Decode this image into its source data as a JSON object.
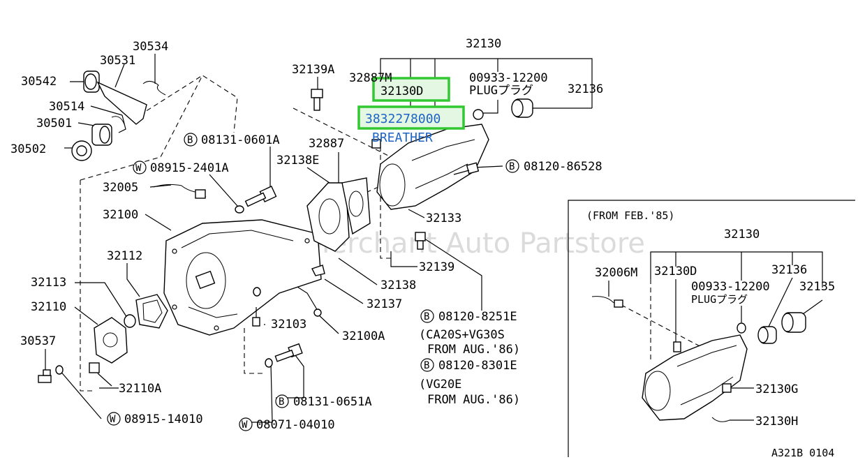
{
  "watermark": "Nismo Merchant Auto Partstore",
  "highlights": {
    "part_a": "32130D",
    "part_b": "3832278000",
    "part_b_note": "BREATHER"
  },
  "labels": {
    "l30534": "30534",
    "l30531": "30531",
    "l30542": "30542",
    "l30514": "30514",
    "l30501": "30501",
    "l30502": "30502",
    "l32139a": "32139A",
    "l32887m": "32887M",
    "l32130": "32130",
    "l00933": "00933-12200",
    "plug": "PLUGプラグ",
    "l32136": "32136",
    "b08131_0601a": "08131-0601A",
    "l32887": "32887",
    "l32138e": "32138E",
    "b08120_86528": "08120-86528",
    "w08915_2401a": "08915-2401A",
    "l32005": "32005",
    "l32100": "32100",
    "l32133": "32133",
    "l32112": "32112",
    "l32139": "32139",
    "l32113": "32113",
    "l32138": "32138",
    "l32110": "32110",
    "l32137": "32137",
    "l32103": "32103",
    "l32100a": "32100A",
    "b08120_8251e": "08120-8251E",
    "note_ca20s": "(CA20S+VG30S",
    "note_from_aug1": "FROM AUG.'86)",
    "b08120_8301e": "08120-8301E",
    "note_vg20e": "(VG20E",
    "note_from_aug2": "FROM AUG.'86)",
    "l30537": "30537",
    "l32110a": "32110A",
    "b08131_0651a": "08131-0651A",
    "w08915_14010": "08915-14010",
    "w08071_04010": "08071-04010"
  },
  "inset": {
    "from_note": "(FROM FEB.'85)",
    "l32130": "32130",
    "l32006m": "32006M",
    "l32130d": "32130D",
    "l00933": "00933-12200",
    "plug": "PLUGプラグ",
    "l32136": "32136",
    "l32135": "32135",
    "l32130g": "32130G",
    "l32130h": "32130H"
  },
  "figure_code": "A321B 0104",
  "symbols": {
    "bolt": "B",
    "washer": "W"
  }
}
